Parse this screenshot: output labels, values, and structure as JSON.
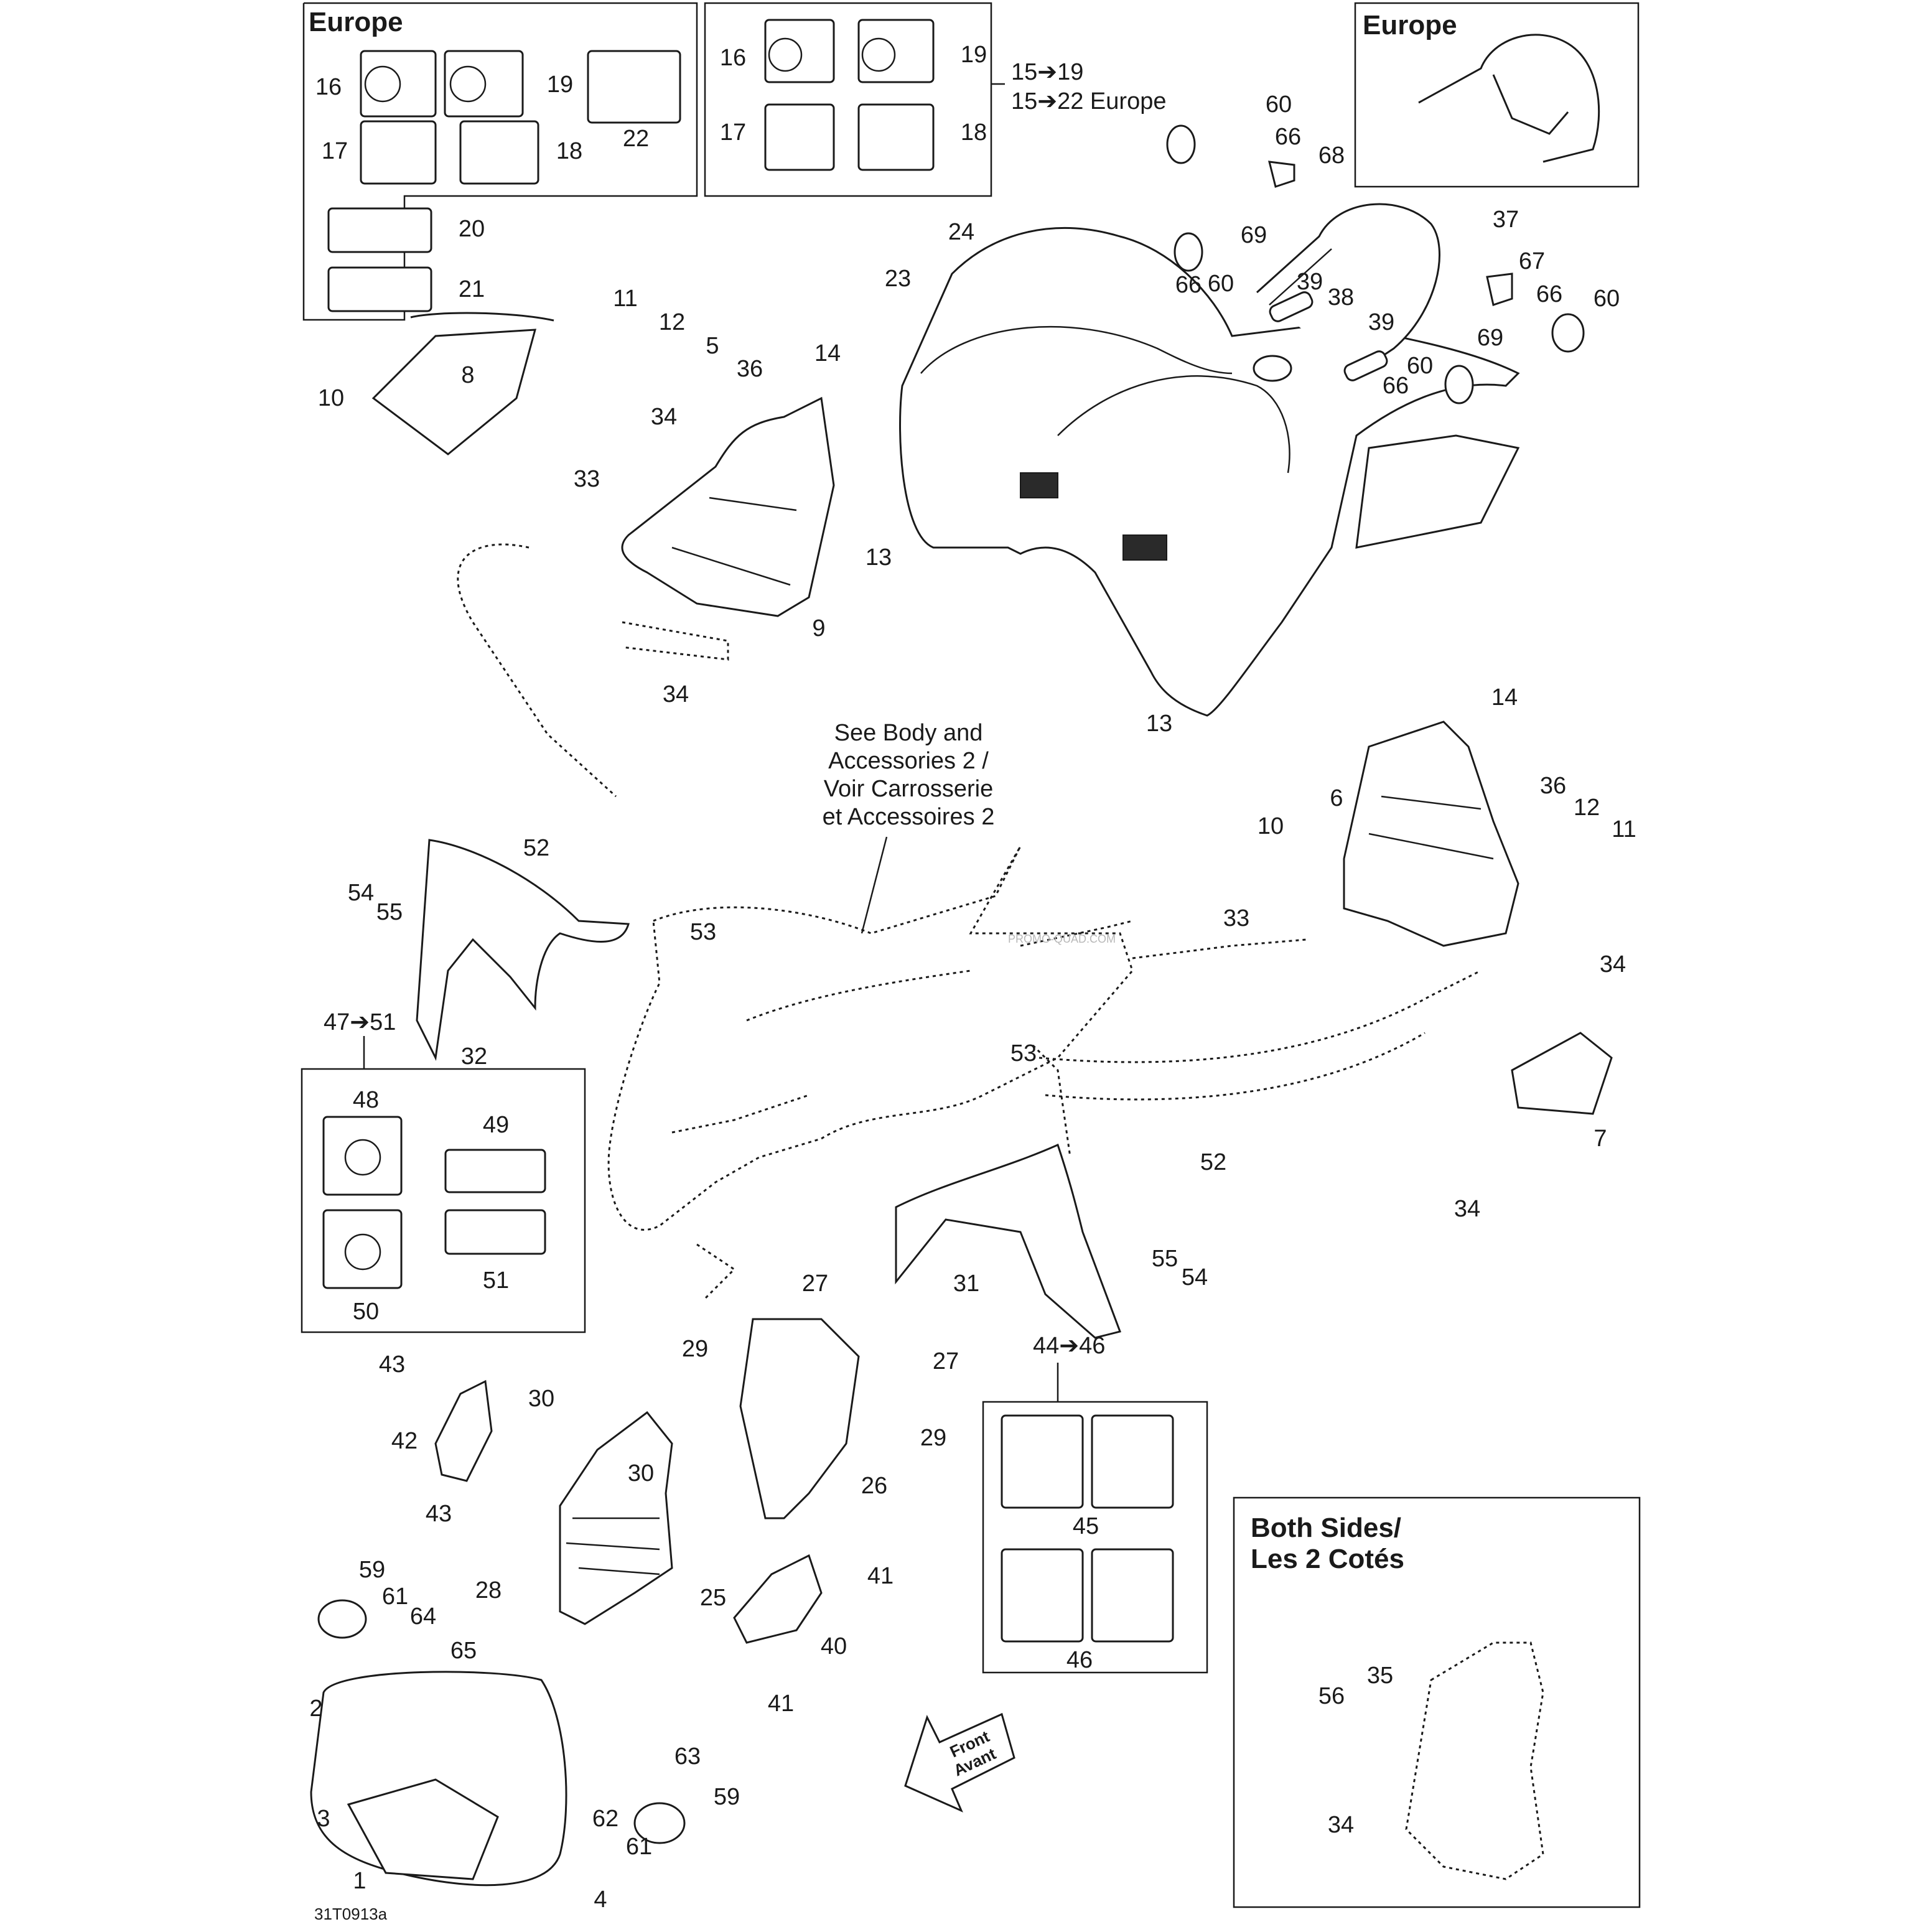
{
  "figure_code": "31T0913a",
  "insets": {
    "europe_decals": {
      "title": "Europe"
    },
    "europe_rack": {
      "title": "Europe"
    },
    "both_sides": {
      "title_line1": "Both Sides/",
      "title_line2": "Les 2 Cotés"
    }
  },
  "notes": {
    "decals_15_19": "15➔19",
    "decals_15_22": "15➔22 Europe",
    "see_body_line1": "See Body and",
    "see_body_line2": "Accessories 2 /",
    "see_body_line3": "Voir Carrosserie",
    "see_body_line4": "et Accessoires 2",
    "range_47_51": "47➔51",
    "range_44_46": "44➔46",
    "front_line1": "Front",
    "front_line2": "Avant"
  },
  "watermark": "PROMO-QUAD.COM",
  "callouts": [
    "1",
    "2",
    "3",
    "4",
    "5",
    "6",
    "7",
    "8",
    "9",
    "10",
    "11",
    "12",
    "13",
    "14",
    "16",
    "17",
    "18",
    "19",
    "20",
    "21",
    "22",
    "23",
    "24",
    "25",
    "26",
    "27",
    "28",
    "29",
    "30",
    "31",
    "32",
    "33",
    "34",
    "35",
    "36",
    "37",
    "38",
    "39",
    "40",
    "41",
    "42",
    "43",
    "45",
    "46",
    "48",
    "49",
    "50",
    "51",
    "52",
    "53",
    "54",
    "55",
    "56",
    "59",
    "60",
    "61",
    "62",
    "63",
    "64",
    "65",
    "66",
    "67",
    "68",
    "69"
  ]
}
